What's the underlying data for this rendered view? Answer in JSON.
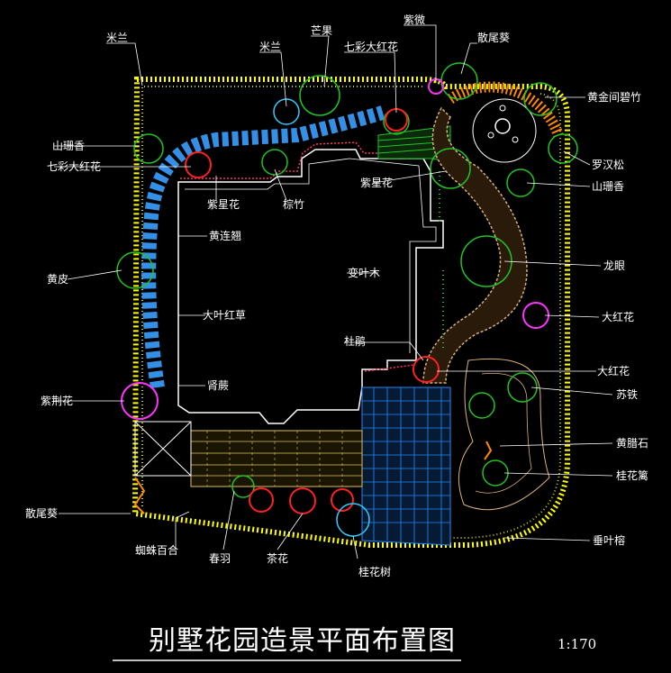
{
  "title": "别墅花园造景平面布置图",
  "scale": "1:170",
  "labels": {
    "milan_top_left": "米兰",
    "milan_top": "米兰",
    "mangguo": "芒果",
    "qicai_top": "七彩大红花",
    "ziwei": "紫微",
    "sanweikui_top": "散尾葵",
    "huangjin": "黄金间碧竹",
    "shanhuxiang_left": "山珊香",
    "qicai_left": "七彩大红花",
    "luohansong": "罗汉松",
    "shanhuxiang_right": "山珊香",
    "zilihua_top": "紫星花",
    "zongzhu": "棕竹",
    "zilihua_right": "紫星花",
    "huanglianqiao": "黄连翘",
    "longyan": "龙眼",
    "huangpi": "黄皮",
    "bianyemu": "变叶木",
    "dayehongcao": "大叶红草",
    "dahonghua_right": "大红花",
    "dujuan": "杜鹃",
    "dahonghua_lower": "大红花",
    "jinjue": "肾蕨",
    "sutie": "苏铁",
    "zijinghua": "紫荆花",
    "huanglashi": "黄腊石",
    "guihuazhu": "桂花篱",
    "sanweikui_bottom": "散尾葵",
    "chuiyebang": "垂叶榕",
    "zhizhubaihe": "蜘蛛百合",
    "chunyu": "春羽",
    "chahua": "茶花",
    "guihuashu": "桂花树"
  },
  "colors": {
    "background": "#000000",
    "boundary_wall": "#ffff00",
    "house_outline": "#ffffff",
    "path_blue": "#3aa0ff",
    "pool_blue": "#1e8cff",
    "lawn_green": "#22c322",
    "red_flowers": "#ff2020",
    "magenta": "#ff33ff",
    "orange": "#ff8800",
    "paving_tan": "#d9b27a",
    "paving_yellow": "#e0c060"
  }
}
